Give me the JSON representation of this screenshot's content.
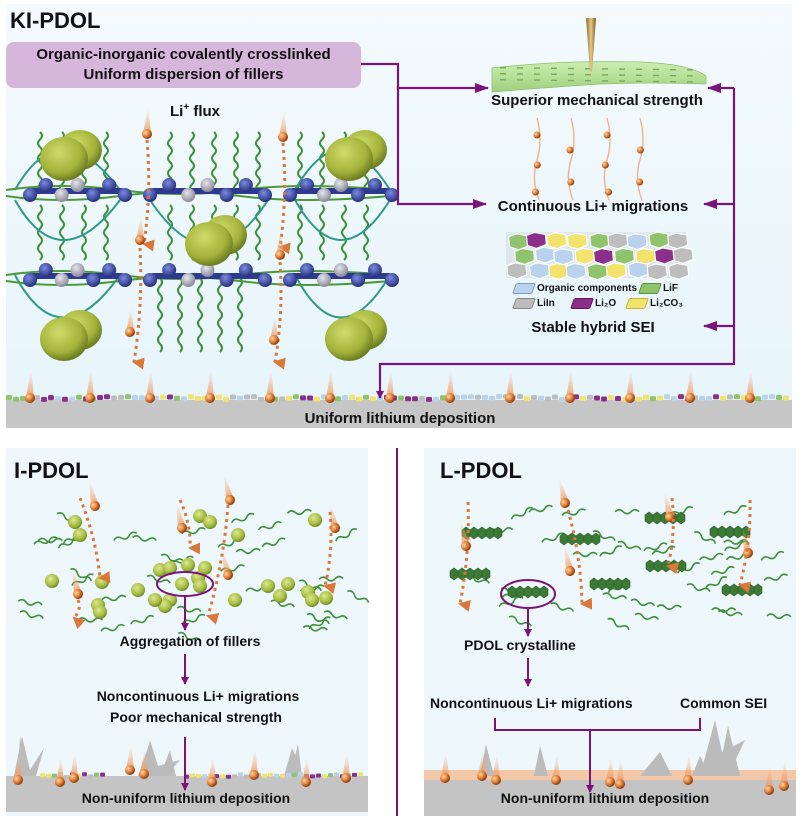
{
  "colors": {
    "arrow": "#7a137a",
    "panel_bg": "#eaf6fb",
    "feature_box": "#d7b6dc",
    "lithium_metal": "#c8c8c8",
    "li_ion": "#e07a2e",
    "polymer_chain": "#3f8f3a",
    "filler": "#a9c24a",
    "crystalline": "#3b7a34",
    "sei_organic": "#b9d3ee",
    "sei_lif": "#8fc46d",
    "sei_liin": "#bdbdbd",
    "sei_li2o": "#8c2f8c",
    "sei_li2co3": "#f2e36c",
    "common_sei": "#f2c8a8"
  },
  "top": {
    "title": "KI-PDOL",
    "feature_line1": "Organic-inorganic covalently crosslinked",
    "feature_line2": "Uniform dispersion of fillers",
    "flux_label": "Li",
    "flux_sup": "+",
    "flux_suffix": " flux",
    "benefits": [
      "Superior mechanical strength",
      "Continuous Li+ migrations",
      "Stable hybrid SEI"
    ],
    "sei_legend": [
      {
        "key": "organic",
        "label": "Organic components",
        "color": "#b9d3ee"
      },
      {
        "key": "lif",
        "label": "LiF",
        "color": "#8fc46d"
      },
      {
        "key": "liin",
        "label": "LiIn",
        "color": "#bdbdbd"
      },
      {
        "key": "li2o",
        "label": "Li₂O",
        "color": "#8c2f8c"
      },
      {
        "key": "li2co3",
        "label": "Li₂CO₃",
        "color": "#f2e36c"
      }
    ],
    "deposition": "Uniform lithium deposition"
  },
  "left": {
    "title": "I-PDOL",
    "step1": "Aggregation of fillers",
    "step2a": "Noncontinuous Li+ migrations",
    "step2b": "Poor mechanical strength",
    "deposition": "Non-uniform lithium deposition"
  },
  "right": {
    "title": "L-PDOL",
    "step1": "PDOL crystalline",
    "step2a": "Noncontinuous Li+ migrations",
    "step2b": "Common SEI",
    "deposition": "Non-uniform lithium deposition"
  }
}
